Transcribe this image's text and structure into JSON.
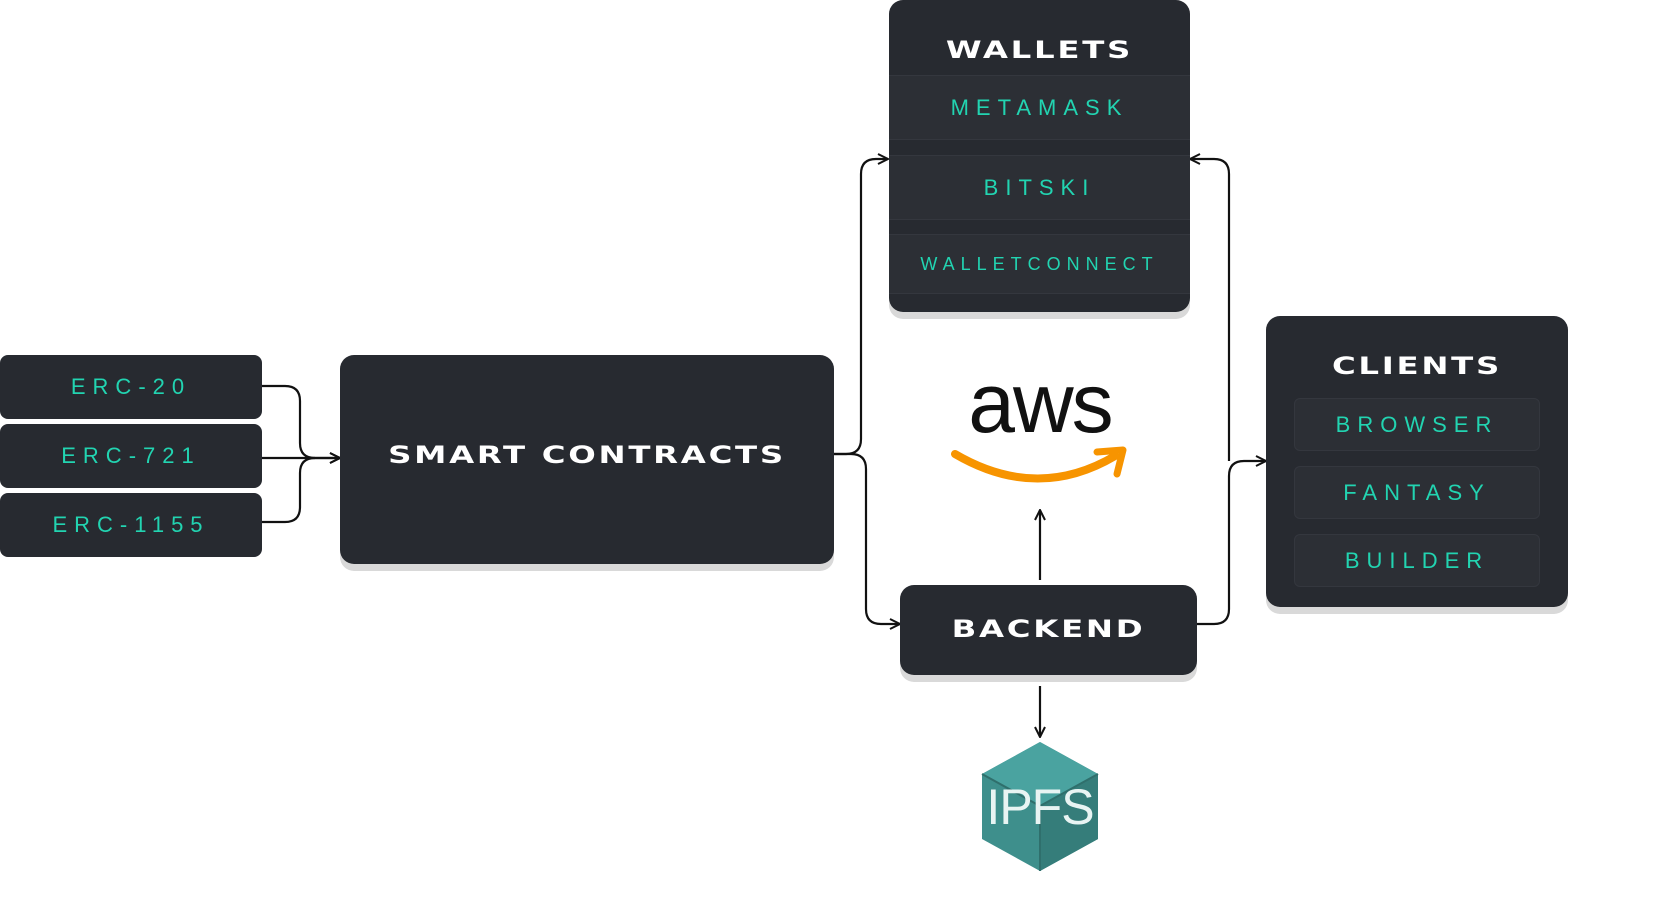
{
  "standards": [
    {
      "label": "ERC-20"
    },
    {
      "label": "ERC-721"
    },
    {
      "label": "ERC-1155"
    }
  ],
  "smart_contracts": {
    "title": "SMART CONTRACTS"
  },
  "wallets": {
    "title": "WALLETS",
    "items": [
      "METAMASK",
      "BITSKI",
      "WALLETCONNECT"
    ]
  },
  "backend": {
    "title": "BACKEND"
  },
  "clients": {
    "title": "CLIENTS",
    "items": [
      "BROWSER",
      "FANTASY",
      "BUILDER"
    ]
  },
  "aws": {
    "wordmark": "aws",
    "smile_color": "#f79400"
  },
  "ipfs": {
    "label": "IPFS",
    "color": "#3e8f8c"
  },
  "colors": {
    "box": "#272a30",
    "accent": "#22d4b1",
    "title": "#ffffff"
  }
}
